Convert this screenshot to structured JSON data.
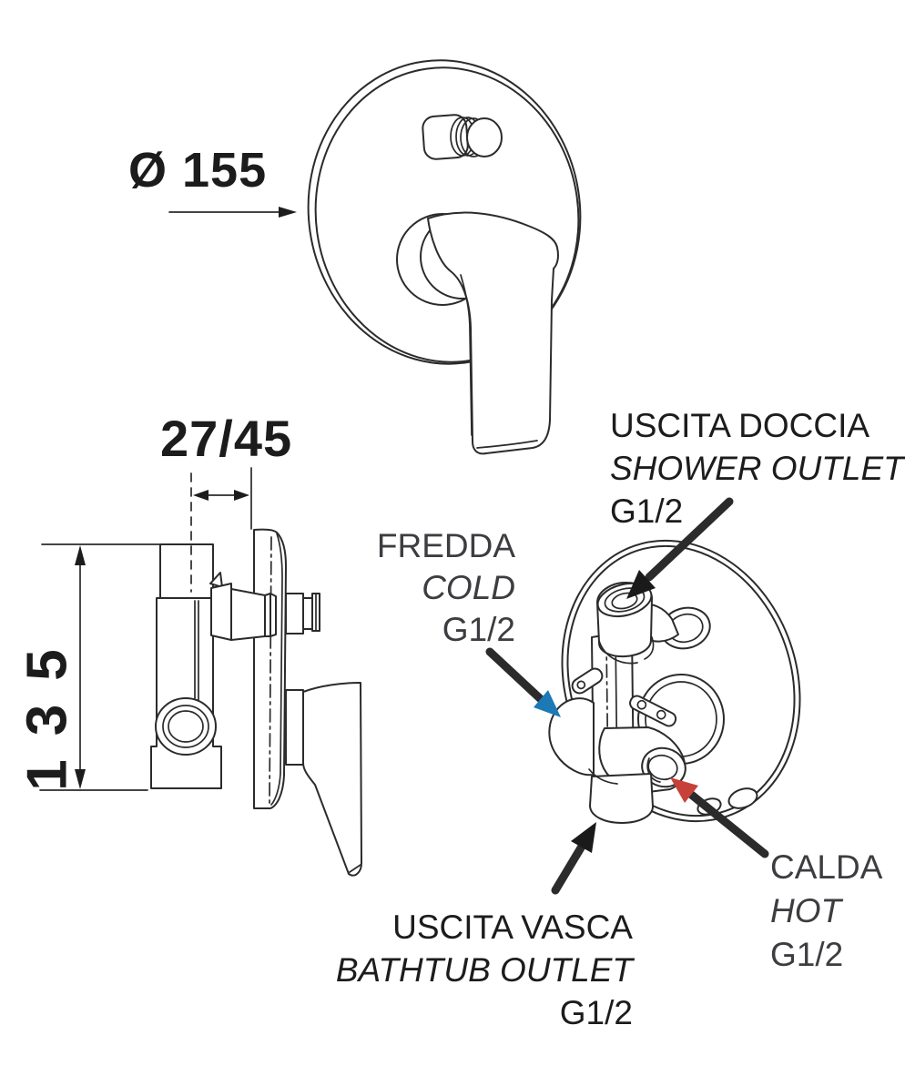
{
  "figure": {
    "kind": "technical-drawing",
    "views": [
      "front-view-faceplate-with-lever",
      "side-view-section",
      "rear-perspective-view"
    ]
  },
  "dimensions": {
    "diameter_label": "Ø 155",
    "depth_label": "27/45",
    "height_label": "135"
  },
  "callouts": {
    "shower_outlet": {
      "it": "USCITA DOCCIA",
      "en": "SHOWER OUTLET",
      "size": "G1/2"
    },
    "cold_inlet": {
      "it": "FREDDA",
      "en": "COLD",
      "size": "G1/2"
    },
    "bathtub_outlet": {
      "it": "USCITA VASCA",
      "en": "BATHTUB OUTLET",
      "size": "G1/2"
    },
    "hot_inlet": {
      "it": "CALDA",
      "en": "HOT",
      "size": "G1/2"
    }
  },
  "colors": {
    "line": "#2b2b2b",
    "text_black": "#1c1c1c",
    "text_gray": "#3d3d41",
    "cold_arrow_blue": "#1b79b5",
    "hot_arrow_red": "#c84138",
    "outlet_arrow_black": "#1a1a1a"
  }
}
